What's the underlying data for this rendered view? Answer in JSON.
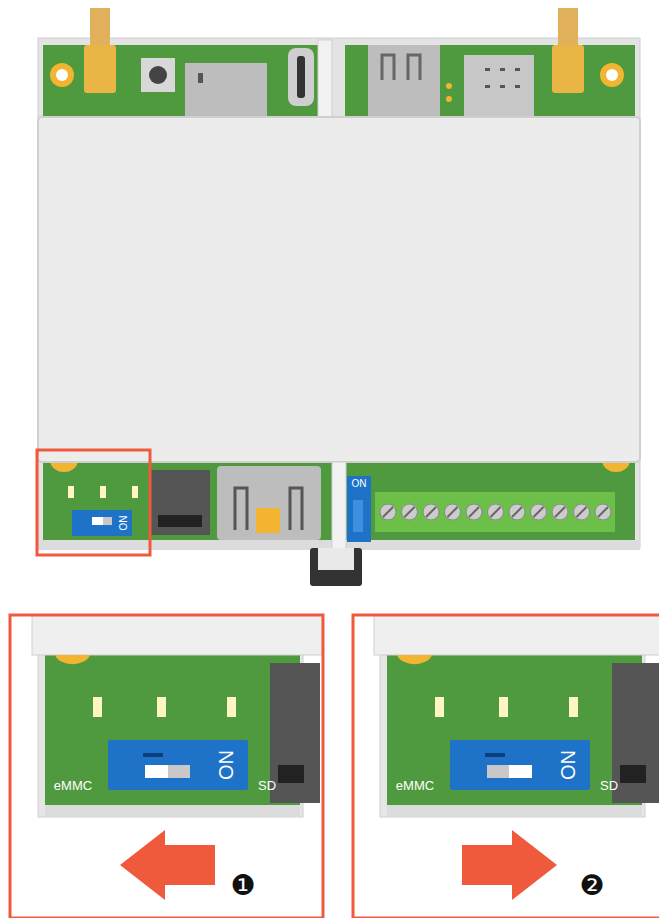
{
  "diagram": {
    "labels": [
      "ON",
      "ON",
      "eMMC",
      "ON",
      "SD",
      "❶",
      "eMMC",
      "ON",
      "SD",
      "❷"
    ]
  }
}
